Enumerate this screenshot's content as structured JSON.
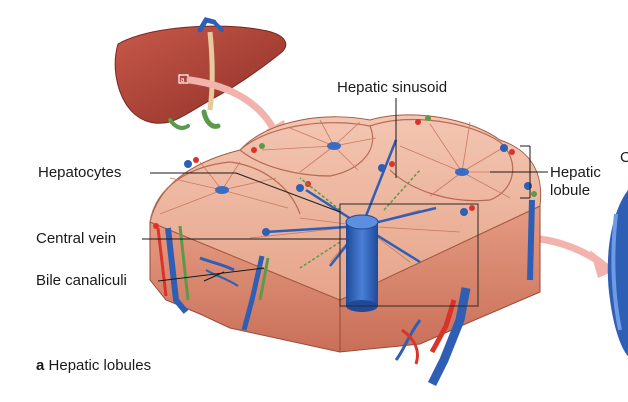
{
  "labels": {
    "hepatic_sinusoid": "Hepatic sinusoid",
    "hepatocytes": "Hepatocytes",
    "central_vein": "Central vein",
    "bile_canaliculi": "Bile canaliculi",
    "hepatic_lobule_line1": "Hepatic",
    "hepatic_lobule_line2": "lobule",
    "edge_letter": "C"
  },
  "callout_marker": "a",
  "caption": {
    "letter": "a",
    "text": "Hepatic lobules"
  },
  "colors": {
    "liver": "#b5473a",
    "tissue": "#e9a98e",
    "tissue_dark": "#d17d63",
    "vein_blue": "#2f5fb5",
    "artery_red": "#d9342b",
    "bile_green": "#5b9a4a",
    "arrow_pink": "#f2b3ad"
  }
}
